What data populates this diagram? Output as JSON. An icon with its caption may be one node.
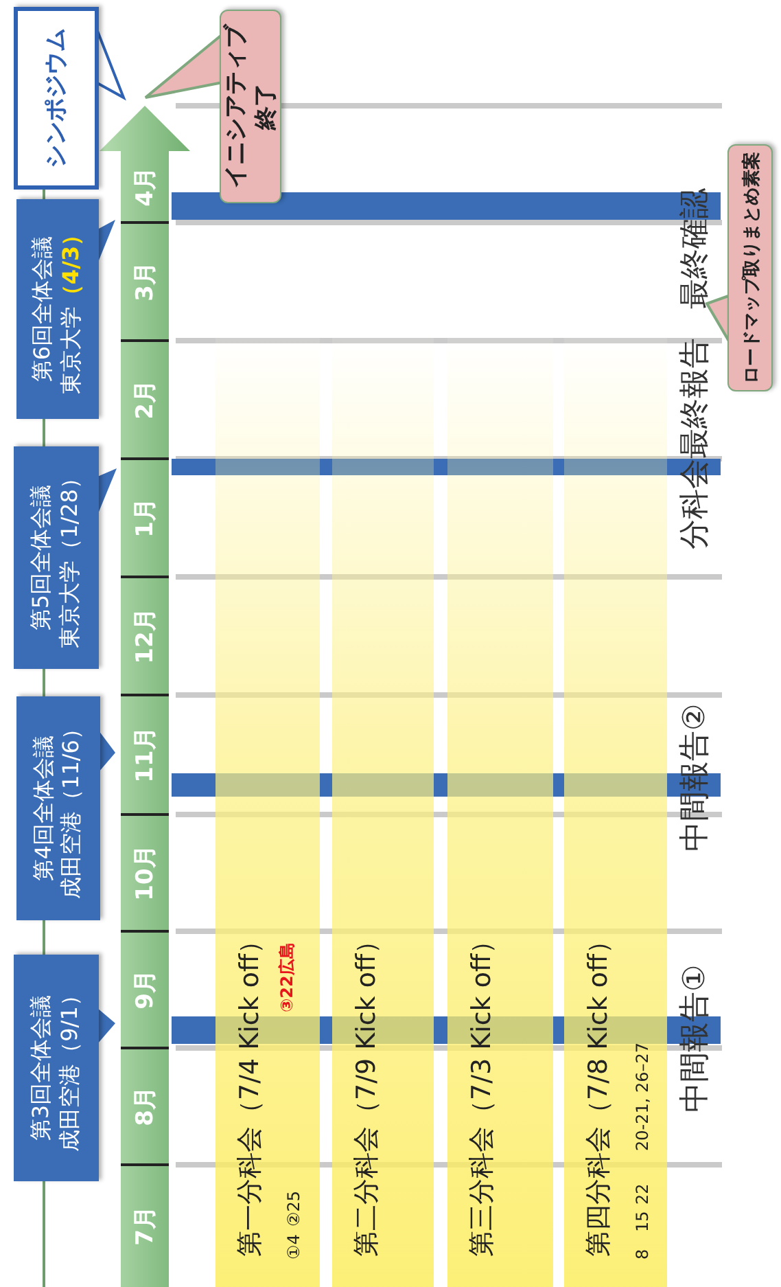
{
  "diagram": {
    "nodes": [
      {
        "text": [
          "第3回全体会議",
          "成田空港（9/1）"
        ]
      },
      {
        "text": [
          "第4回全体会議",
          "成田空港（11/6）"
        ]
      },
      {
        "text": [
          "第5回全体会議",
          "東京大学（1/28）"
        ]
      },
      {
        "text": [
          "第6回全体会議",
          "東京大学",
          "（4/3）"
        ]
      },
      {
        "text": [
          "シンポジウム"
        ]
      },
      {
        "text": [
          "イニシアティブ終了"
        ]
      },
      {
        "text": [
          "ロードマップ取りまとめ素案"
        ]
      },
      {
        "text": [
          "第一分科会（7/4 Kick off）",
          "①4",
          "②25",
          "③22広島"
        ]
      },
      {
        "text": [
          "第二分科会（7/9 Kick off）"
        ]
      },
      {
        "text": [
          "第三分科会（7/3 Kick off）"
        ]
      },
      {
        "text": [
          "第四分科会（7/8 Kick off）",
          "8",
          "15",
          "22",
          "20-21, 26–27"
        ]
      },
      {
        "text": [],
        "shape": "bar"
      },
      {
        "text": [],
        "shape": "bar"
      },
      {
        "text": [],
        "shape": "bar"
      },
      {
        "text": [],
        "shape": "bar"
      },
      {
        "text": [
          "7月",
          "8月",
          "9月",
          "10月",
          "11月",
          "12月",
          "1月",
          "2月",
          "3月",
          "4月"
        ]
      }
    ],
    "labels": [
      "中間報告①",
      "中間報告②",
      "分科会最終報告",
      "最終確認"
    ]
  }
}
